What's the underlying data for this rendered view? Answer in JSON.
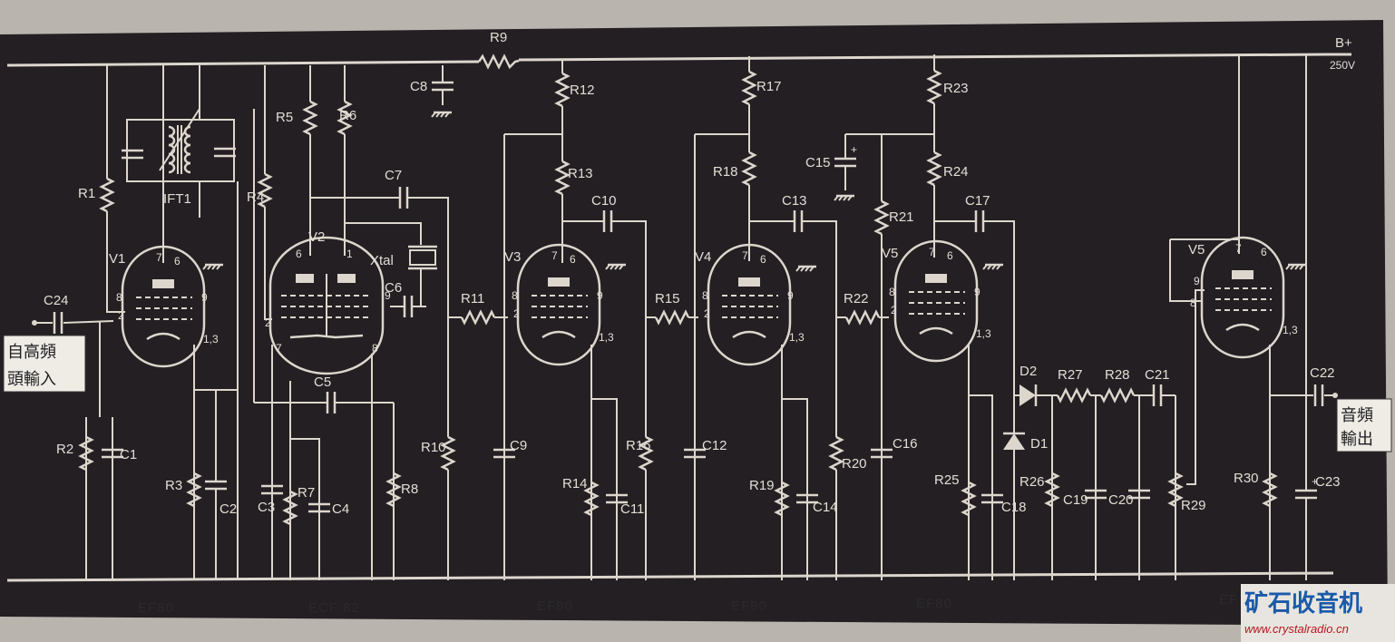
{
  "supply": {
    "label": "B+",
    "voltage": "250V"
  },
  "input_label": [
    "自高頻",
    "頭輸入"
  ],
  "output_label": [
    "音頻",
    "輸出"
  ],
  "tubes": [
    {
      "ref": "V1",
      "type": "EF80",
      "pins": [
        "7",
        "6",
        "8",
        "9",
        "2",
        "1,3"
      ]
    },
    {
      "ref": "V2",
      "type": "ECF 82",
      "pins": [
        "6",
        "1",
        "9",
        "2",
        "7",
        "8"
      ]
    },
    {
      "ref": "V3",
      "type": "EF80",
      "pins": [
        "7",
        "6",
        "8",
        "9",
        "2",
        "1,3"
      ]
    },
    {
      "ref": "V4",
      "type": "EF80",
      "pins": [
        "7",
        "6",
        "8",
        "9",
        "2",
        "1,3"
      ]
    },
    {
      "ref": "V5",
      "type": "EF80",
      "pins": [
        "7",
        "6",
        "8",
        "9",
        "2",
        "1,3"
      ]
    },
    {
      "ref": "V5",
      "type": "EF",
      "pins": [
        "7",
        "6",
        "9",
        "8",
        "1,3"
      ]
    }
  ],
  "components": {
    "resistors": [
      "R1",
      "R2",
      "R3",
      "R4",
      "R5",
      "R6",
      "R7",
      "R8",
      "R9",
      "R10",
      "R11",
      "R12",
      "R13",
      "R14",
      "R15",
      "R16",
      "R17",
      "R18",
      "R19",
      "R20",
      "R21",
      "R22",
      "R23",
      "R24",
      "R25",
      "R26",
      "R27",
      "R28",
      "R29",
      "R30"
    ],
    "capacitors": [
      "C1",
      "C2",
      "C3",
      "C4",
      "C5",
      "C6",
      "C7",
      "C8",
      "C9",
      "C10",
      "C11",
      "C12",
      "C13",
      "C14",
      "C15",
      "C16",
      "C17",
      "C18",
      "C19",
      "C20",
      "C21",
      "C22",
      "C23",
      "C24"
    ],
    "diodes": [
      "D1",
      "D2"
    ],
    "other": [
      "IFT1",
      "Xtal"
    ]
  },
  "watermark": {
    "title": "矿石收音机",
    "url": "www.crystalradio.cn"
  },
  "colors": {
    "background": "#231f22",
    "ink": "#dcd6cd",
    "paper": "#b9b4ae",
    "watermark_blue": "#1a5aa8",
    "watermark_red": "#b8161d"
  }
}
